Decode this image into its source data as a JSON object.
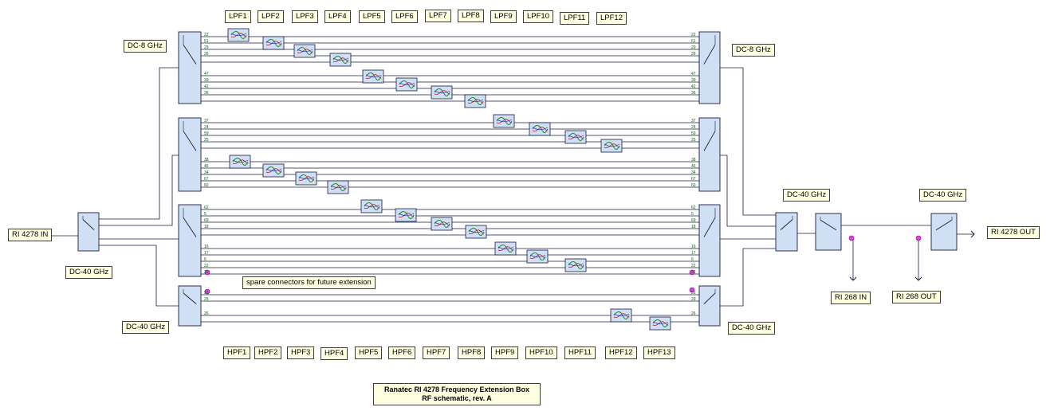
{
  "title": {
    "line1": "Ranatec RI 4278 Frequency Extension Box",
    "line2": "RF schematic, rev. A"
  },
  "ports": {
    "in": "RI 4278 IN",
    "out": "RI 4278 OUT",
    "aux_in": "RI 268 IN",
    "aux_out": "RI 268 OUT"
  },
  "note": "spare connectors for future extension",
  "switch_labels": {
    "left_top": "DC-8 GHz",
    "right_top": "DC-8 GHz",
    "input": "DC-40 GHz",
    "left_bottom": "DC-40 GHz",
    "right_bottom": "DC-40 GHz",
    "combiner": "DC-40 GHz",
    "output": "DC-40 GHz"
  },
  "lpf_labels": [
    "LPF1",
    "LPF2",
    "LPF3",
    "LPF4",
    "LPF5",
    "LPF6",
    "LPF7",
    "LPF8",
    "LPF9",
    "LPF10",
    "LPF11",
    "LPF12"
  ],
  "hpf_labels": [
    "HPF1",
    "HPF2",
    "HPF3",
    "HPF4",
    "HPF5",
    "HPF6",
    "HPF7",
    "HPF8",
    "HPF9",
    "HPF10",
    "HPF11",
    "HPF12",
    "HPF13"
  ],
  "colors": {
    "switch_fill": "#cfe0f4",
    "label_fill": "#ffffe1",
    "wire": "#1a1a40",
    "spare_port": "#e040e0",
    "pin_text": "#006400"
  }
}
